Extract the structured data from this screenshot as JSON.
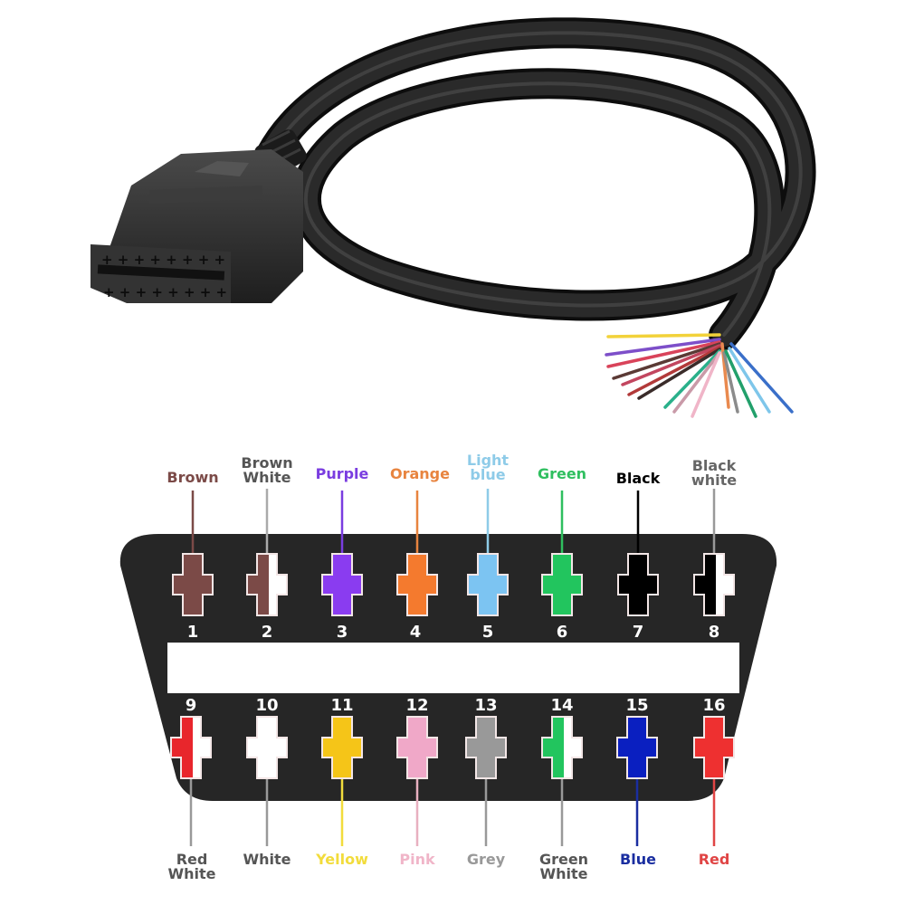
{
  "photo": {
    "subject": "OBD2 16-pin female connector cable with stripped open-end wires",
    "connector_color": "#2b2b2b",
    "cable_color": "#1f1f1f",
    "wire_colors": [
      "#f2d23a",
      "#7d4fc9",
      "#d9435a",
      "#5b3a35",
      "#c2465f",
      "#b23a3a",
      "#3a2c2a",
      "#2ab08a",
      "#c99aa8",
      "#f0b5c8",
      "#e98a4f",
      "#8b8b8b",
      "#22a06b",
      "#7ec6ea",
      "#3a6fc9",
      "#ffffff"
    ]
  },
  "diagram": {
    "connector_fill": "#262626",
    "slot_fill": "#ffffff",
    "top_pins": [
      {
        "num": "1",
        "label": "Brown",
        "color": "#7b4a47",
        "stripe": null,
        "label_color": "#7b4a47",
        "line_color": "#7b4a47"
      },
      {
        "num": "2",
        "label": "Brown\nWhite",
        "color": "#7b4a47",
        "stripe": "#ffffff",
        "label_color": "#555555",
        "line_color": "#aaaaaa"
      },
      {
        "num": "3",
        "label": "Purple",
        "color": "#8a3cf0",
        "stripe": null,
        "label_color": "#7a3de0",
        "line_color": "#7a3de0"
      },
      {
        "num": "4",
        "label": "Orange",
        "color": "#f47a2e",
        "stripe": null,
        "label_color": "#e8843f",
        "line_color": "#e8843f"
      },
      {
        "num": "5",
        "label": "Light\nblue",
        "color": "#7cc4f2",
        "stripe": null,
        "label_color": "#8ecbe8",
        "line_color": "#8ecbe8"
      },
      {
        "num": "6",
        "label": "Green",
        "color": "#22c55e",
        "stripe": null,
        "label_color": "#2fbf5f",
        "line_color": "#2fbf5f"
      },
      {
        "num": "7",
        "label": "Black",
        "color": "#000000",
        "stripe": null,
        "label_color": "#000000",
        "line_color": "#000000"
      },
      {
        "num": "8",
        "label": "Black\nwhite",
        "color": "#000000",
        "stripe": "#ffffff",
        "label_color": "#666666",
        "line_color": "#999999"
      }
    ],
    "bottom_pins": [
      {
        "num": "9",
        "label": "Red\nWhite",
        "color": "#e8262c",
        "stripe": "#ffffff",
        "label_color": "#555555",
        "line_color": "#999999"
      },
      {
        "num": "10",
        "label": "White",
        "color": "#ffffff",
        "stripe": null,
        "label_color": "#555555",
        "line_color": "#999999"
      },
      {
        "num": "11",
        "label": "Yellow",
        "color": "#f5c518",
        "stripe": null,
        "label_color": "#f2dc3c",
        "line_color": "#f2dc3c"
      },
      {
        "num": "12",
        "label": "Pink",
        "color": "#f0a8c8",
        "stripe": null,
        "label_color": "#f0b5c8",
        "line_color": "#e8b0c0"
      },
      {
        "num": "13",
        "label": "Grey",
        "color": "#999999",
        "stripe": null,
        "label_color": "#999999",
        "line_color": "#999999"
      },
      {
        "num": "14",
        "label": "Green\nWhite",
        "color": "#22c55e",
        "stripe": "#ffffff",
        "label_color": "#555555",
        "line_color": "#999999"
      },
      {
        "num": "15",
        "label": "Blue",
        "color": "#0a1fc0",
        "stripe": null,
        "label_color": "#1a2ea0",
        "line_color": "#1a2ea0"
      },
      {
        "num": "16",
        "label": "Red",
        "color": "#ee3030",
        "stripe": null,
        "label_color": "#e04545",
        "line_color": "#e04545"
      }
    ]
  }
}
